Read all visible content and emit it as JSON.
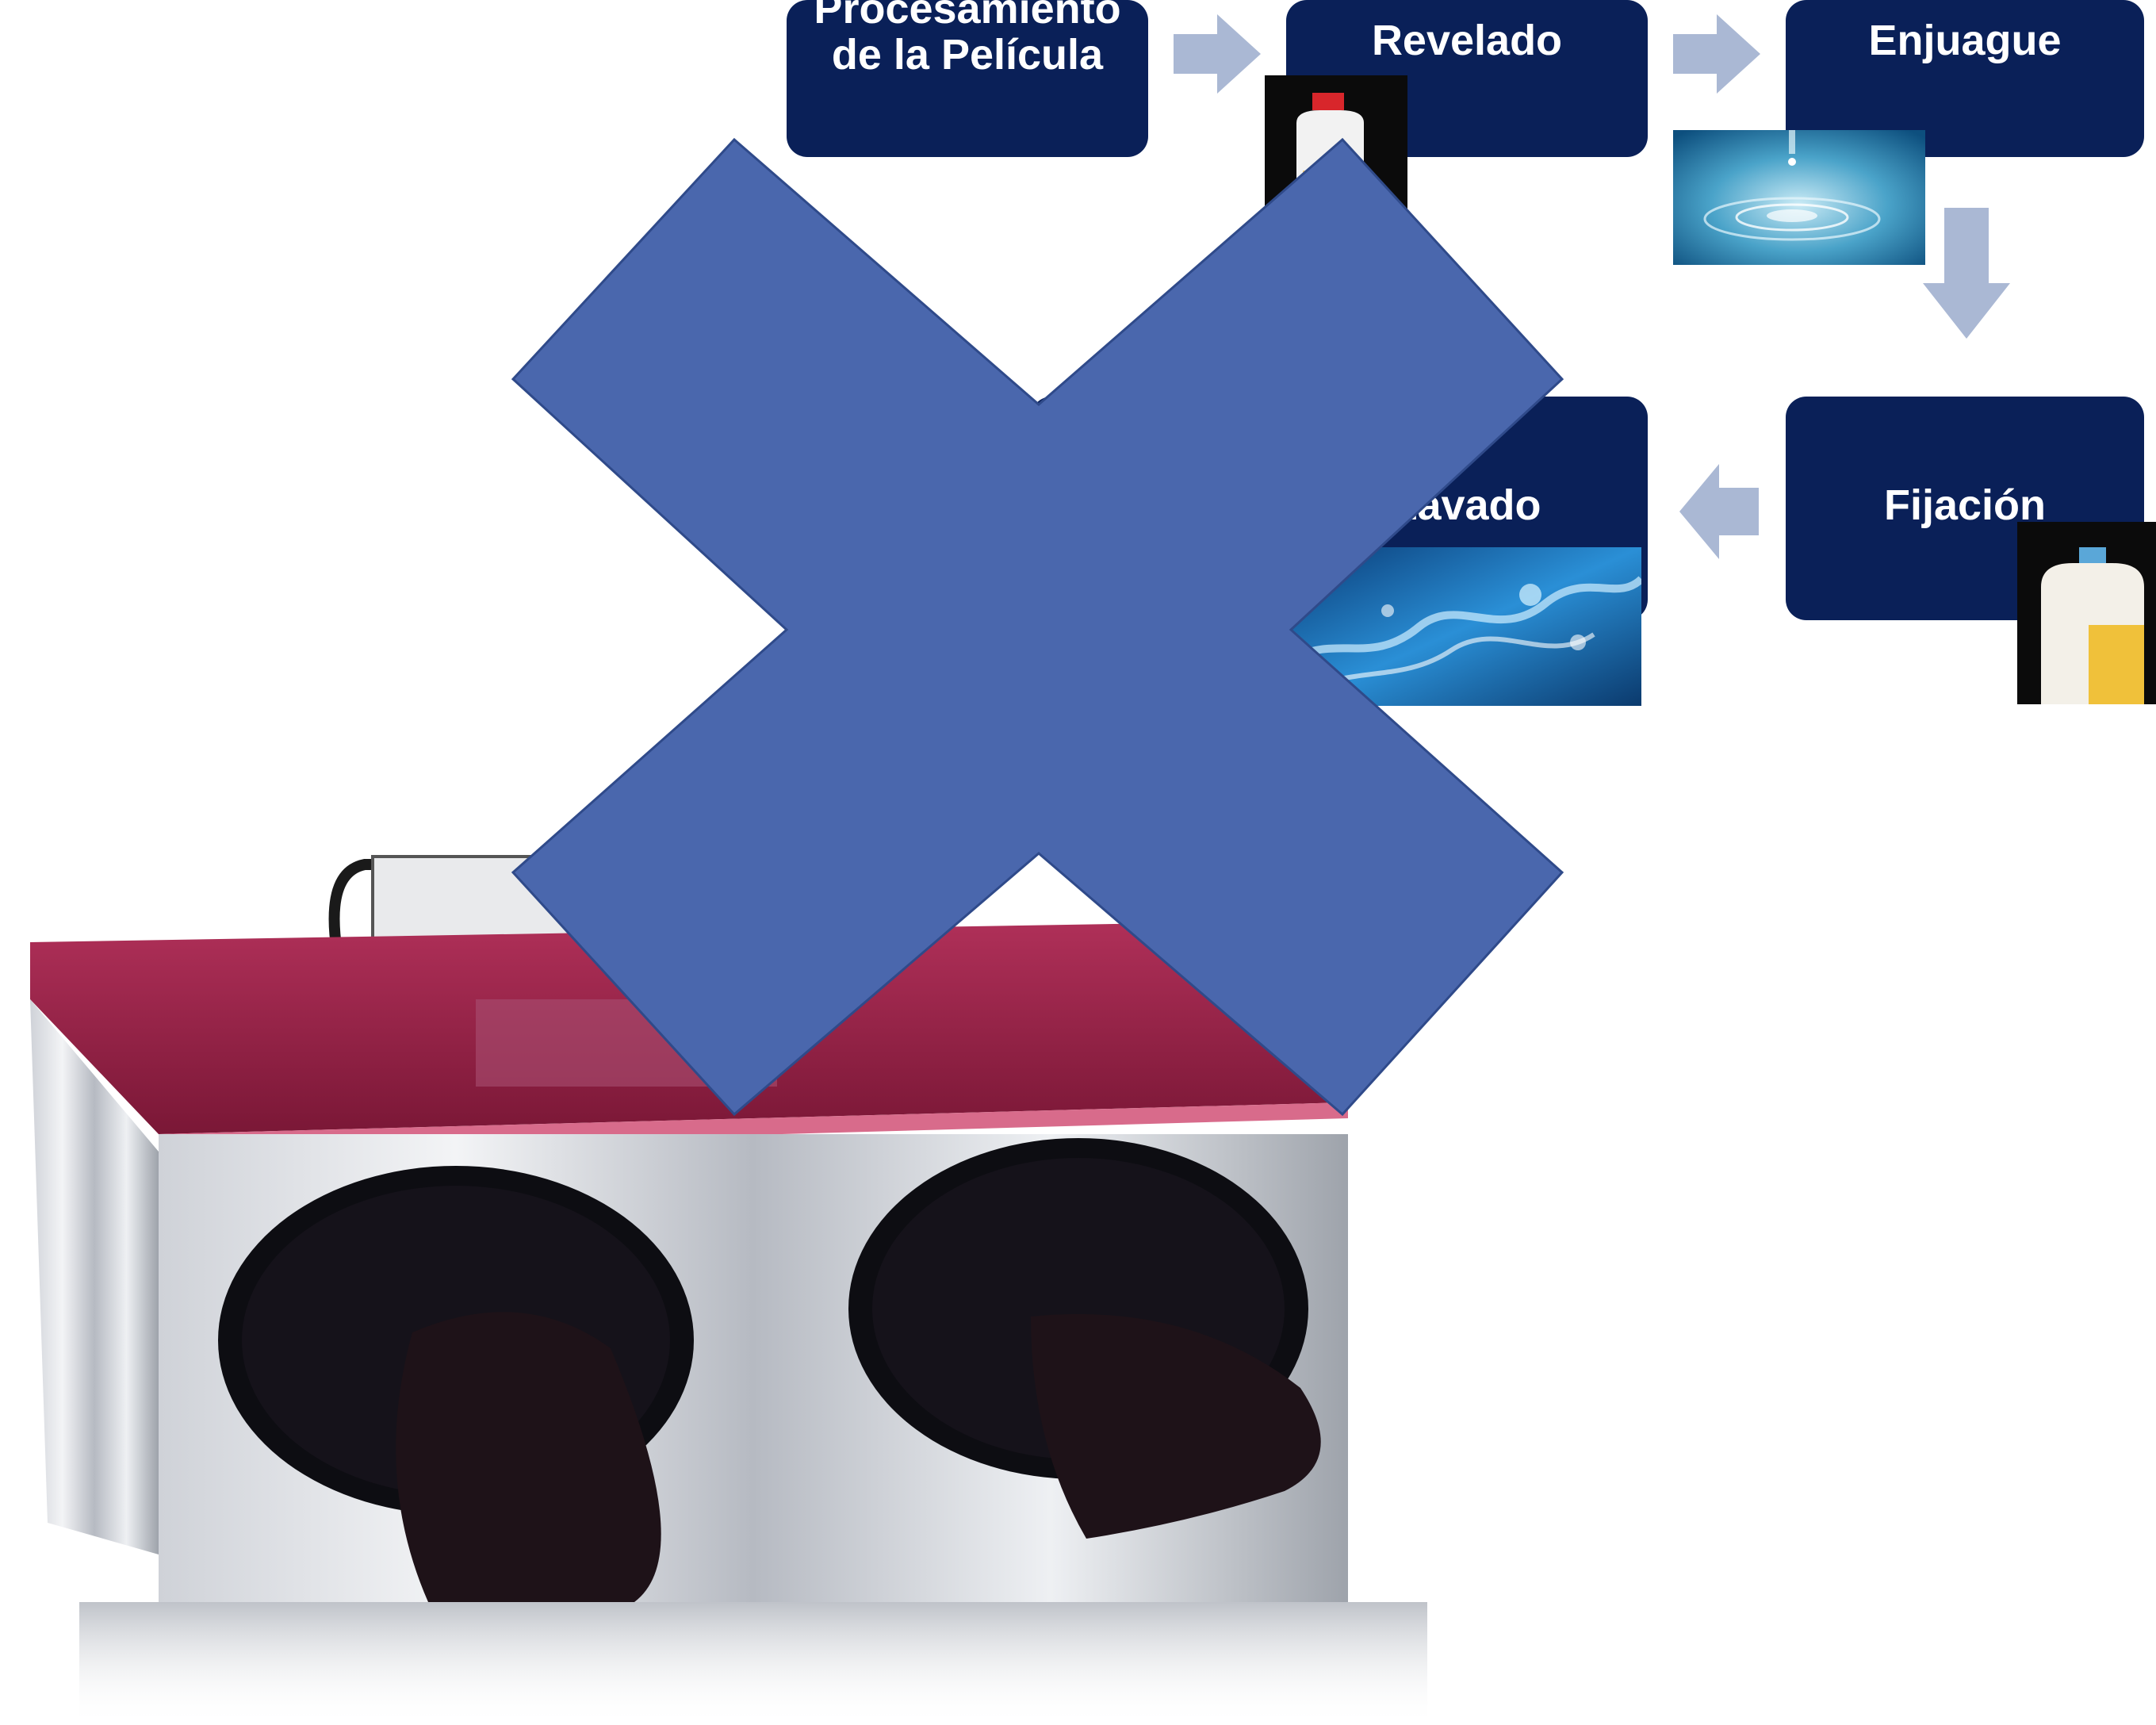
{
  "flow": {
    "steps": [
      {
        "label": "Procesamiento\nde la Película"
      },
      {
        "label": "Revelado"
      },
      {
        "label": "Enjuague"
      },
      {
        "label": "Fijación"
      },
      {
        "label": "Lavado"
      }
    ]
  },
  "colors": {
    "step_fill": "#0a2058",
    "arrow": "#aab8d4",
    "cross_mark": "#4a67ad",
    "cross_mark_outline": "#2f4a8a",
    "lid": "#8a1c3c"
  },
  "icons": [
    "developer-bottle-icon",
    "water-drop-photo",
    "water-splash-photo",
    "fixer-bottle-icon",
    "cross-mark-icon",
    "darkroom-processor-box"
  ]
}
